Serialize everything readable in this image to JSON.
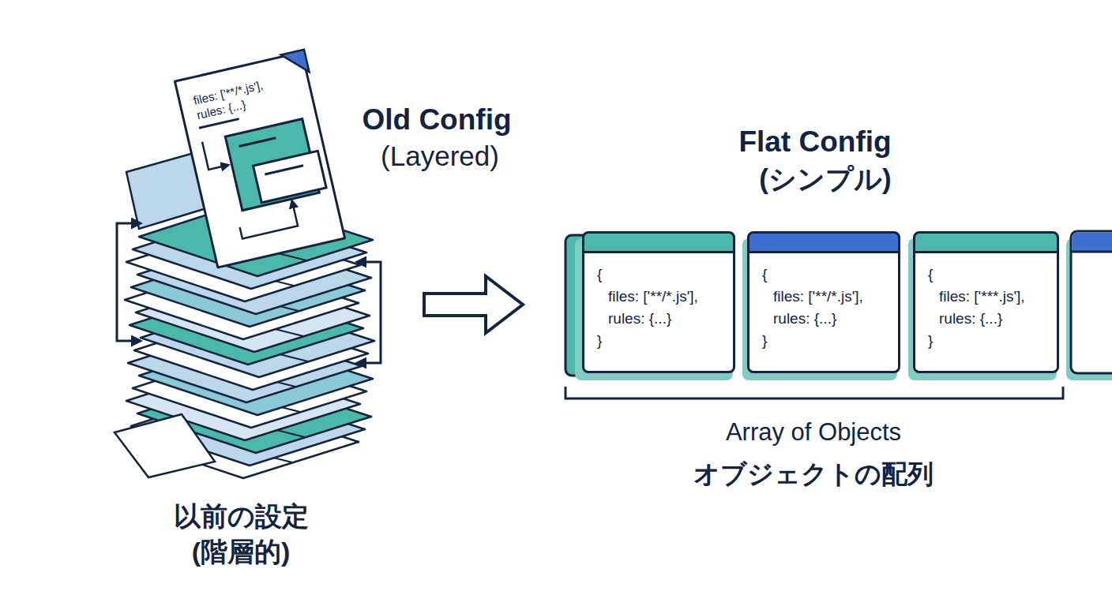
{
  "diagram": {
    "nodes": [
      {
        "text": [
          "files: ['**/*.js'],",
          "rules: {...}"
        ]
      },
      {
        "text": [
          "{",
          "files: ['**/*.js'],",
          "rules: {...}",
          "}"
        ]
      },
      {
        "text": [
          "{",
          "files: ['**/*.js'],",
          "rules: {...}",
          "}"
        ]
      },
      {
        "text": [
          "{",
          "files: ['***.js'],",
          "rules: {...}",
          "}"
        ]
      }
    ],
    "labels": [
      "Old Config",
      "(Layered)",
      "Flat Config",
      "(シンプル)",
      "Array of Objects",
      "オブジェクトの配列",
      "以前の設定",
      "(階層的)"
    ]
  }
}
